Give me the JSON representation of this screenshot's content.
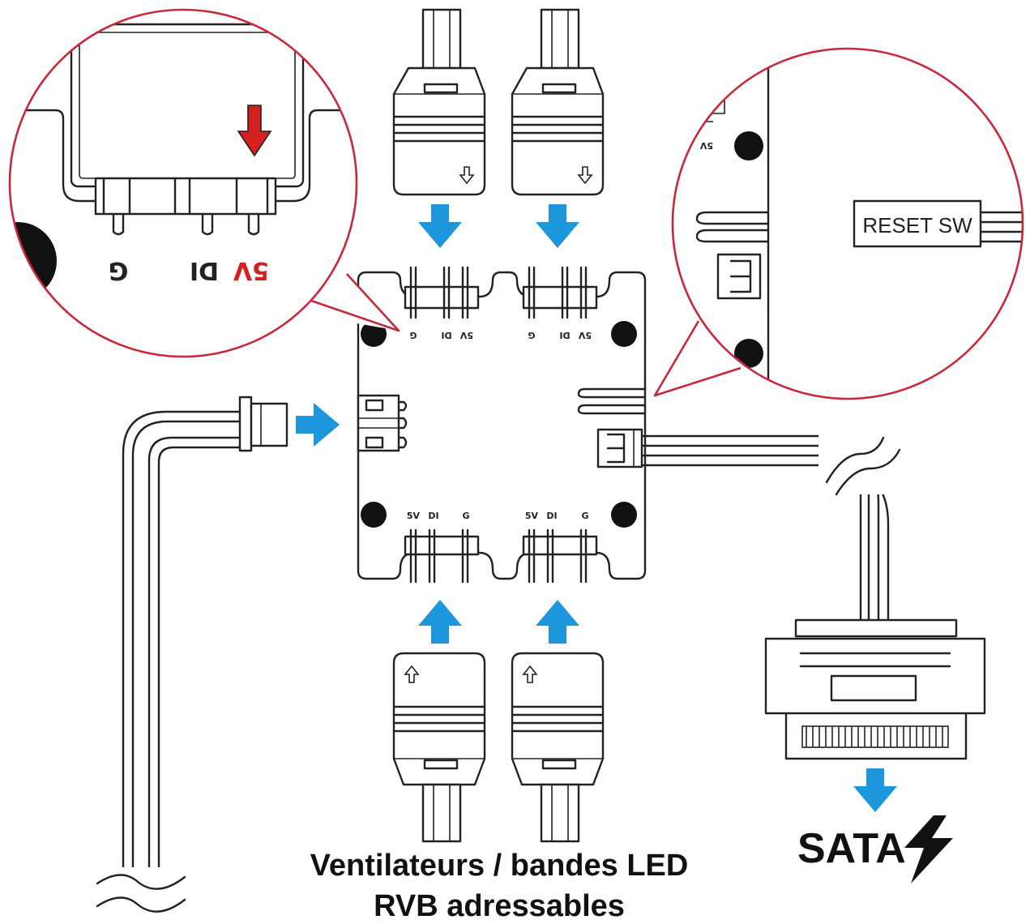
{
  "colors": {
    "arrow": "#1e96dc",
    "callout": "#c8283a",
    "ink": "#222222",
    "highlight": "#d42020"
  },
  "board": {
    "top_header_labels": [
      "G",
      "DI",
      "5V"
    ],
    "bottom_header_labels": [
      "5V",
      "DI",
      "G"
    ]
  },
  "zoom_left": {
    "labels": [
      "G",
      "DI",
      "5V"
    ]
  },
  "zoom_right": {
    "pin_label": "5V",
    "reset_label": "RESET SW"
  },
  "captions": {
    "fans_line1": "Ventilateurs / bandes LED",
    "fans_line2": "RVB adressables",
    "sata": "SATA"
  }
}
